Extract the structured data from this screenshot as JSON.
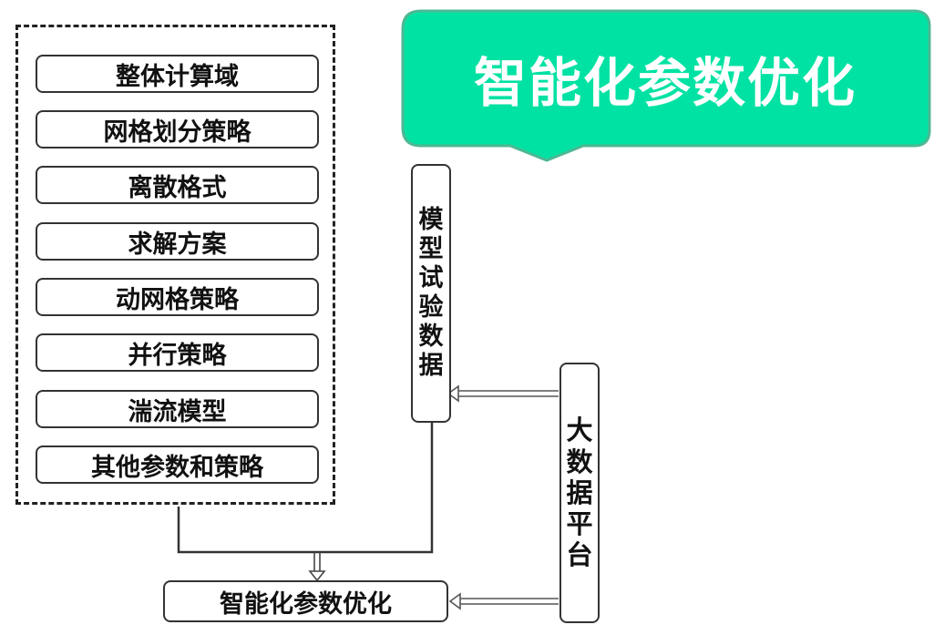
{
  "callout": {
    "title": "智能化参数优化",
    "fill_color": "#00E2A3",
    "border_color": "#4DB894"
  },
  "parameters": [
    {
      "label": "整体计算域"
    },
    {
      "label": "网格划分策略"
    },
    {
      "label": "离散格式"
    },
    {
      "label": "求解方案"
    },
    {
      "label": "动网格策略"
    },
    {
      "label": "并行策略"
    },
    {
      "label": "湍流模型"
    },
    {
      "label": "其他参数和策略"
    }
  ],
  "model_data": {
    "label": "模型试验数据",
    "chars": [
      "模",
      "型",
      "试",
      "验",
      "数",
      "据"
    ]
  },
  "big_data": {
    "label": "大数据平台",
    "chars": [
      "大",
      "数",
      "据",
      "平",
      "台"
    ]
  },
  "output": {
    "label": "智能化参数优化"
  }
}
